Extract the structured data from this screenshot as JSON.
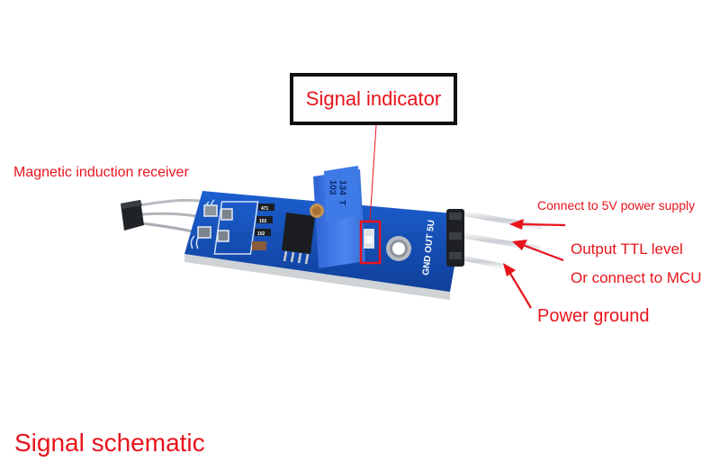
{
  "title": "Signal schematic",
  "callout": {
    "label": "Signal indicator"
  },
  "annotations": {
    "magnetic_receiver": "Magnetic induction receiver",
    "vcc": "Connect to 5V power supply",
    "output_line1": "Output TTL level",
    "output_line2": "Or connect to MCU",
    "ground": "Power ground"
  },
  "board": {
    "pin_labels": [
      "GND",
      "OUT",
      "5U"
    ],
    "potentiometer_marking": [
      "134",
      "T",
      "103"
    ],
    "resistor_markings": [
      "471",
      "102",
      "102"
    ]
  },
  "colors": {
    "annotation_red": "#e8141c",
    "pcb_blue": "#1652b8",
    "potentiometer_blue": "#3a73e0",
    "callout_border": "#111111"
  }
}
